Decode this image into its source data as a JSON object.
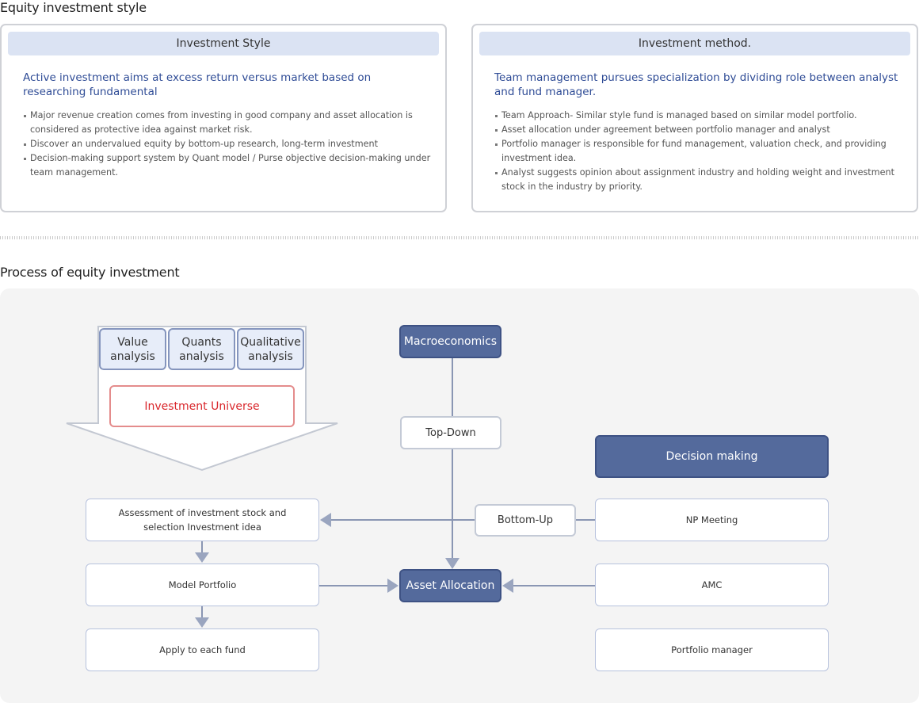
{
  "section1": {
    "title": "Equity investment style"
  },
  "style_card": {
    "head": "Investment Style",
    "lead": "Active investment aims at excess return versus market based on researching fundamental",
    "bullets": [
      "Major revenue creation comes from investing in good company and asset allocation is considered as protective idea against market risk.",
      "Discover an undervalued equity by bottom-up research, long-term investment",
      "Decision-making support system by Quant model / Purse objective decision-making under team management."
    ]
  },
  "method_card": {
    "head": "Investment method.",
    "lead": "Team management pursues specialization by dividing role between analyst and fund manager.",
    "bullets": [
      "Team Approach- Similar style fund is managed based on similar model portfolio.",
      "Asset allocation under agreement between portfolio manager and analyst",
      "Portfolio manager is responsible for fund management, valuation check, and providing investment idea.",
      "Analyst suggests opinion about assignment industry and holding weight and investment stock in the industry by priority."
    ]
  },
  "section2": {
    "title": "Process of equity investment"
  },
  "diagram": {
    "value_analysis": "Value analysis",
    "quants_analysis": "Quants analysis",
    "qualitative_analysis": "Qualitative analysis",
    "investment_universe": "Investment Universe",
    "macroeconomics": "Macroeconomics",
    "top_down": "Top-Down",
    "bottom_up": "Bottom-Up",
    "decision_making": "Decision making",
    "assessment": "Assessment of investment stock and selection Investment idea",
    "model_portfolio": "Model Portfolio",
    "apply_fund": "Apply to each fund",
    "asset_allocation": "Asset Allocation",
    "np_meeting": "NP Meeting",
    "amc": "AMC",
    "portfolio_manager": "Portfolio manager",
    "colors": {
      "dark": "#546a9c",
      "accent_red": "#d9262b",
      "lead_blue": "#2f4c96"
    }
  }
}
